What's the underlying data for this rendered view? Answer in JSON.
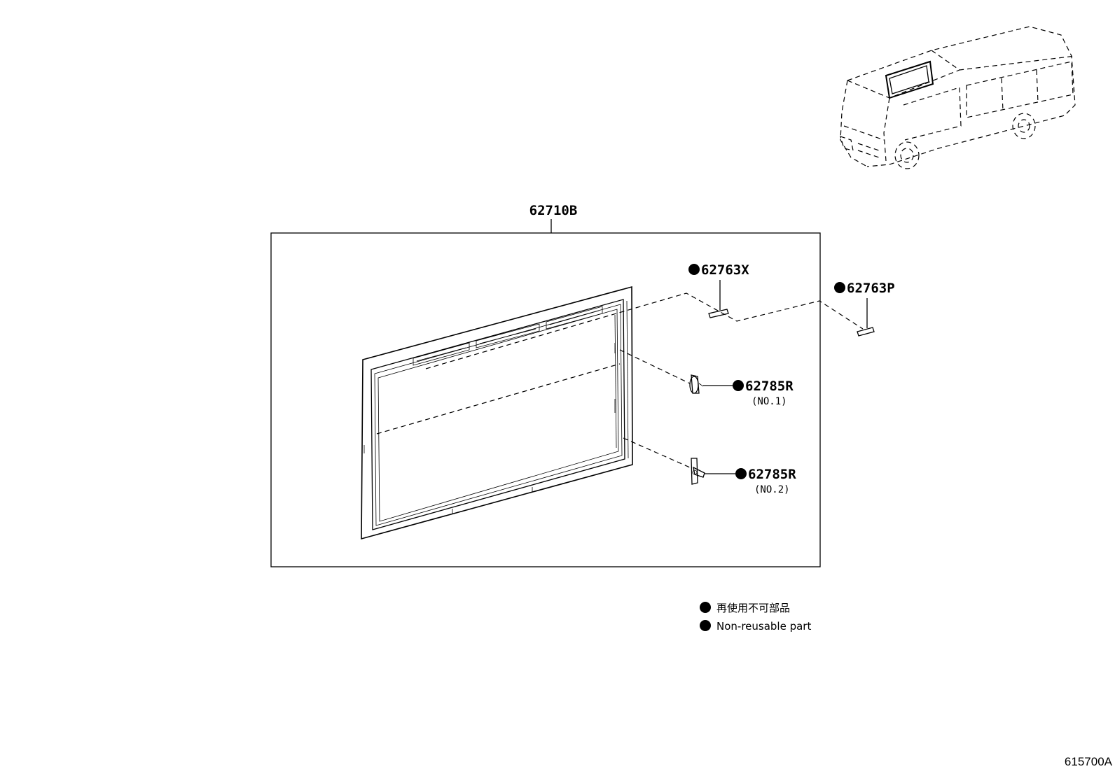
{
  "diagram": {
    "callouts": {
      "assembly": "62710B",
      "seal_x": "62763X",
      "seal_p": "62763P",
      "latch1": "62785R",
      "latch1_sub": "(NO.1)",
      "latch2": "62785R",
      "latch2_sub": "(NO.2)"
    },
    "legend": {
      "japanese": "再使用不可部品",
      "english": "Non-reusable part"
    },
    "figure_code": "615700A"
  }
}
